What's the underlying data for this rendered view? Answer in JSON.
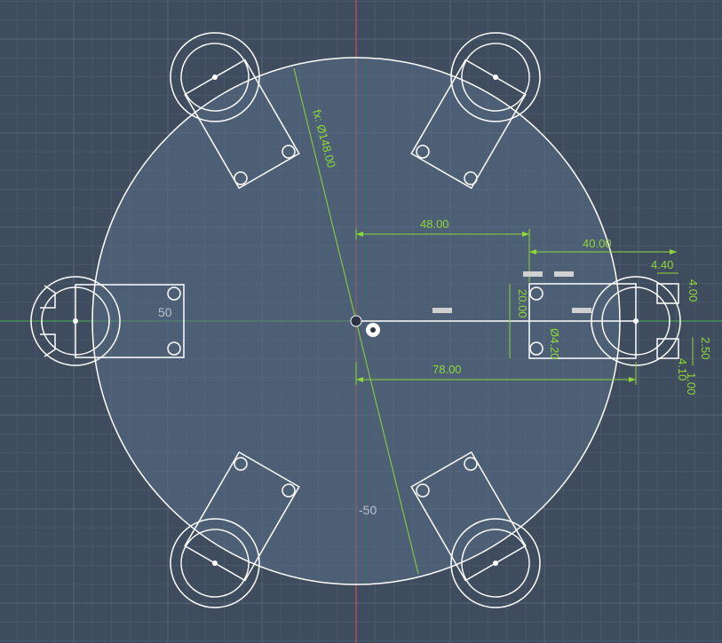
{
  "colors": {
    "background": "#3f4c5e",
    "grid_minor": "#4a5769",
    "grid_major": "#56647a",
    "sketch_line": "#ffffff",
    "dimension": "#8fd63a",
    "profile_fill": "#5a7088",
    "x_axis": "#4caf50",
    "y_axis": "#d9534f"
  },
  "sketch": {
    "diameter_dim": "fx: Ø148.00",
    "dim_48": "48.00",
    "dim_40": "40.00",
    "dim_4_40": "4.40",
    "dim_78": "78.00",
    "dim_20": "20.00",
    "dim_d4_20": "Ø4.20",
    "dim_2_50": "2.50",
    "dim_4_00": "4.00",
    "dim_4_10": "4.10",
    "dim_1_00": "1.00",
    "grid_label_50": "50",
    "grid_label_neg50": "-50"
  },
  "icons": {
    "origin": "origin-icon",
    "constraint": "horizontal-constraint-icon"
  }
}
